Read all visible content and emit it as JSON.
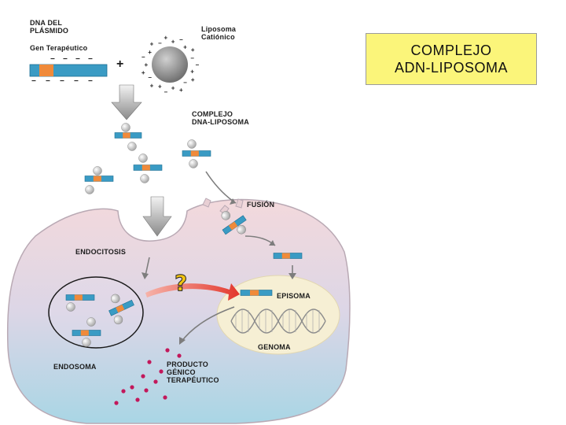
{
  "title_box": {
    "line1": "COMPLEJO",
    "line2": "ADN-LIPOSOMA"
  },
  "labels": {
    "plasmid_line1": "DNA del",
    "plasmid_line2": "Plásmido",
    "therapeutic_gene": "Gen Terapéutico",
    "liposome_line1": "Liposoma",
    "liposome_line2": "Catiónico",
    "complex_line1": "COMPLEJO",
    "complex_line2": "DNA-LIPOSOMA",
    "fusion": "FUSIÓN",
    "endocytosis": "ENDOCITOSIS",
    "episome": "EPISOMA",
    "genome": "GENOMA",
    "endosome": "ENDOSOMA",
    "product_line1": "PRODUCTO",
    "product_line2": "GÉNICO",
    "product_line3": "TERAPÉUTICO",
    "plus_sign": "+",
    "question_mark": "?"
  },
  "colors": {
    "dna_blue": "#3a9bc4",
    "gene_orange": "#f08a3a",
    "cell_top": "#f3d9dc",
    "cell_bottom": "#a9d6e5",
    "nucleus": "#f6efd4",
    "title_box_bg": "#fbf57a",
    "arrow_gray": "#9a9a9a",
    "arrow_red": "#e8453a",
    "product_dot": "#c2185b"
  }
}
